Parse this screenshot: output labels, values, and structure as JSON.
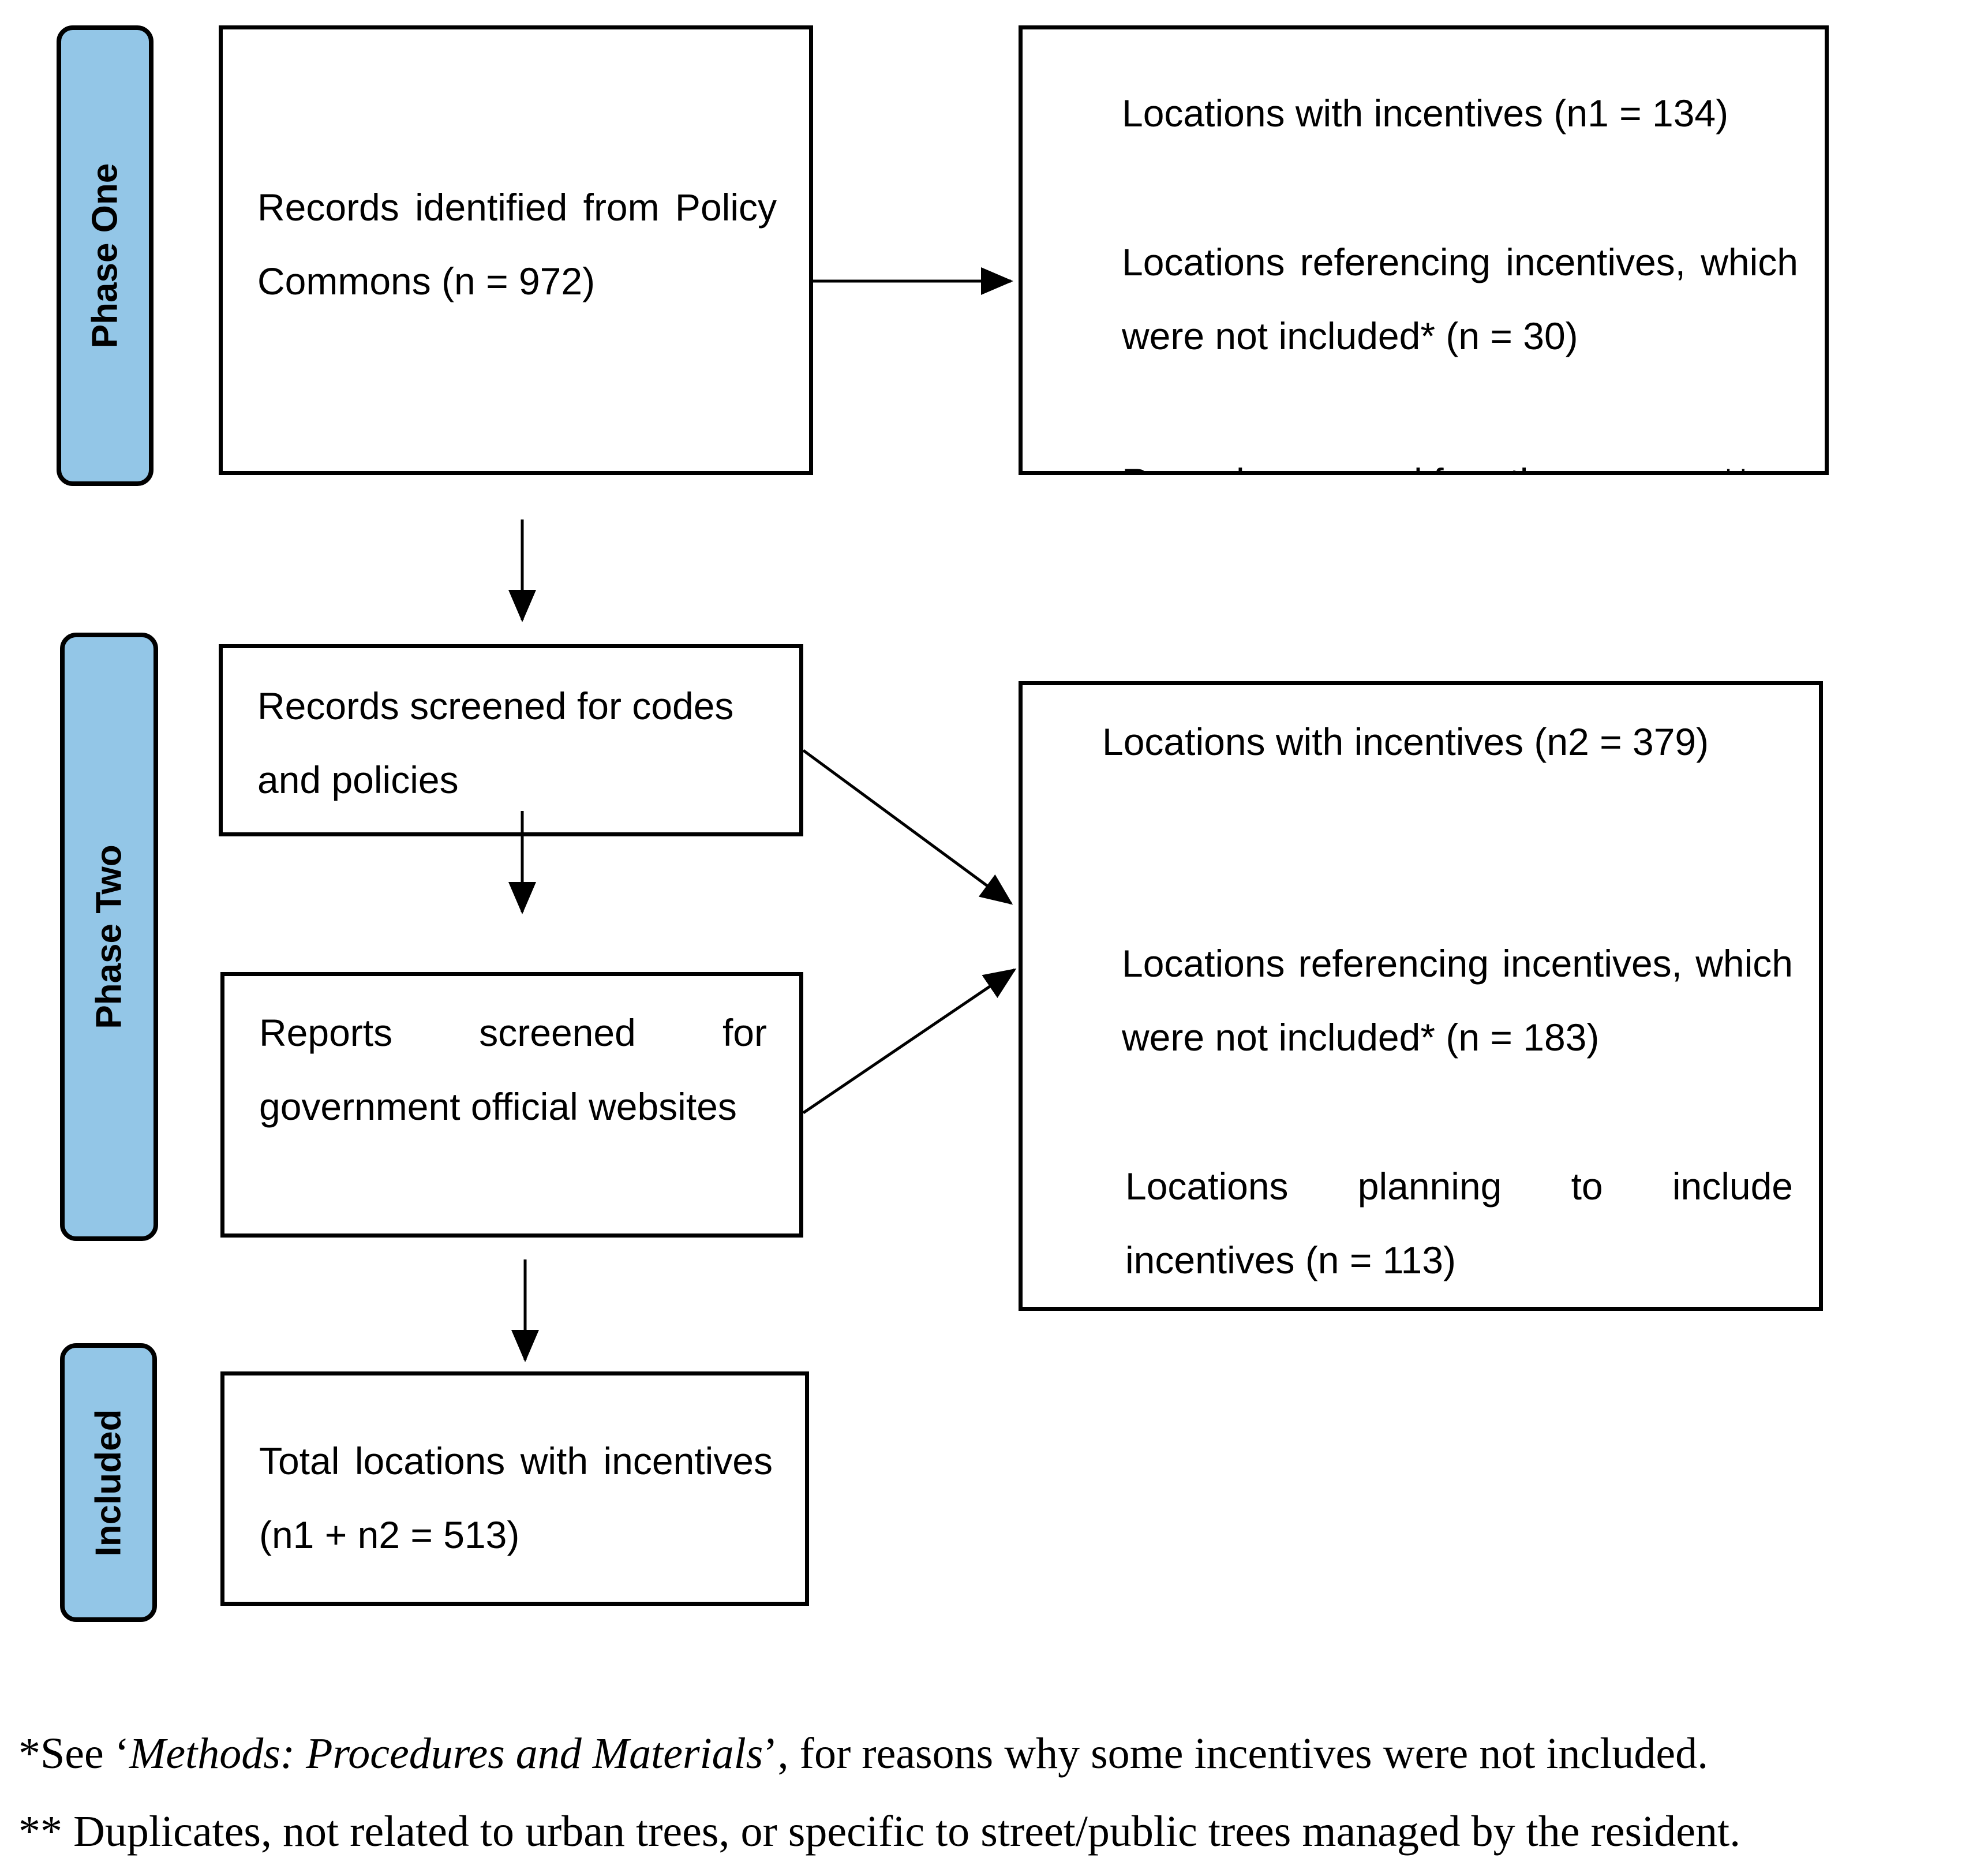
{
  "phases": {
    "one": "Phase One",
    "two": "Phase Two",
    "included": "Included"
  },
  "boxes": {
    "identified": "Records identified from Policy Commons (n = 972)",
    "phase_one_results": {
      "with_incentives": "Locations with incentives (n1 = 134)",
      "referencing": "Locations referencing incentives, which were not included* (n = 30)",
      "removed": "Records removed for other reasons**"
    },
    "screened_codes": "Records screened for codes and policies",
    "screened_reports": "Reports screened for government official websites",
    "phase_two_results": {
      "with_incentives": "Locations with incentives (n2 = 379)",
      "referencing": "Locations referencing incentives, which were not included* (n = 183)",
      "planning": "Locations planning to include incentives (n = 113)"
    },
    "total": "Total locations with incentives (n1 + n2 = 513)"
  },
  "footnotes": {
    "note1_prefix": "*See ‘",
    "note1_italic": "Methods: Procedures and Materials",
    "note1_suffix": "’, for reasons why some incentives were not included.",
    "note2": "** Duplicates, not related to urban trees, or specific to street/public trees managed by the resident."
  }
}
